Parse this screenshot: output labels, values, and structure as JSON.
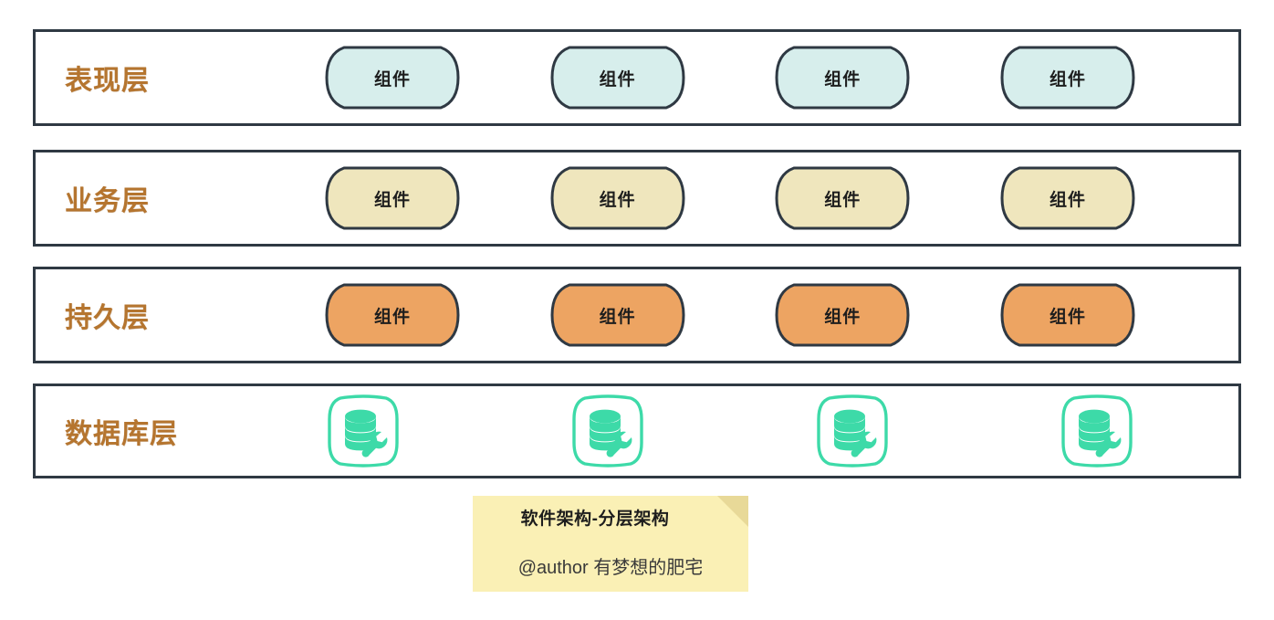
{
  "diagram": {
    "title": "软件架构-分层架构",
    "author": "@author 有梦想的肥宅",
    "background": "#ffffff",
    "border_color": "#2f3943",
    "label_color": "#b5752f",
    "layers": [
      {
        "id": "presentation",
        "label": "表现层",
        "node_type": "pill",
        "node_label": "组件",
        "node_count": 4,
        "fill": "#d7eeec",
        "stroke": "#2f3943",
        "nodes": [
          {
            "label": "组件"
          },
          {
            "label": "组件"
          },
          {
            "label": "组件"
          },
          {
            "label": "组件"
          }
        ]
      },
      {
        "id": "business",
        "label": "业务层",
        "node_type": "pill",
        "node_label": "组件",
        "node_count": 4,
        "fill": "#efe6bd",
        "stroke": "#2f3943",
        "nodes": [
          {
            "label": "组件"
          },
          {
            "label": "组件"
          },
          {
            "label": "组件"
          },
          {
            "label": "组件"
          }
        ]
      },
      {
        "id": "persistence",
        "label": "持久层",
        "node_type": "pill",
        "node_label": "组件",
        "node_count": 4,
        "fill": "#eda462",
        "stroke": "#2f3943",
        "nodes": [
          {
            "label": "组件"
          },
          {
            "label": "组件"
          },
          {
            "label": "组件"
          },
          {
            "label": "组件"
          }
        ]
      },
      {
        "id": "database",
        "label": "数据库层",
        "node_type": "icon",
        "icon_name": "database-wrench-icon",
        "node_count": 4,
        "fill": "#3ddaa8",
        "stroke": "#3ddaa8",
        "nodes": [
          {
            "icon": "database-wrench-icon"
          },
          {
            "icon": "database-wrench-icon"
          },
          {
            "icon": "database-wrench-icon"
          },
          {
            "icon": "database-wrench-icon"
          }
        ]
      }
    ],
    "caption": {
      "title": "软件架构-分层架构",
      "author": "@author 有梦想的肥宅",
      "background": "#faf0b5",
      "fold_color": "#e8d998"
    }
  }
}
